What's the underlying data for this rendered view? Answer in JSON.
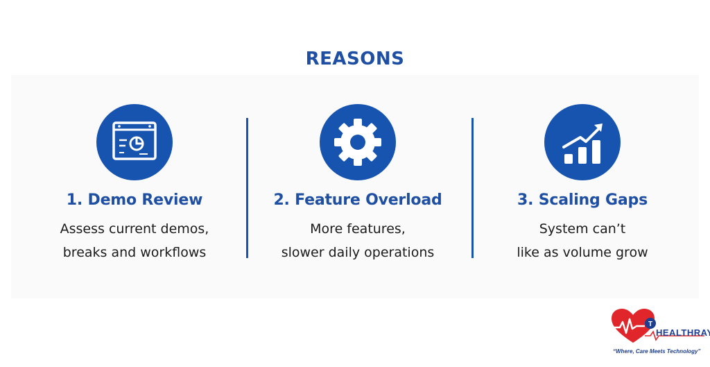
{
  "title": "REASONS",
  "columns": [
    {
      "icon": "presentation-chart-icon",
      "heading": "1. Demo Review",
      "lines": [
        "Assess current demos,",
        "breaks and workflows"
      ]
    },
    {
      "icon": "gear-icon",
      "heading": "2. Feature Overload",
      "lines": [
        "More features,",
        "slower daily operations"
      ]
    },
    {
      "icon": "growth-chart-icon",
      "heading": "3. Scaling Gaps",
      "lines": [
        "System can’t",
        "like as volume grow"
      ]
    }
  ],
  "logo": {
    "name": "HEALTHRAY",
    "tagline": "“Where, Care Meets Technology”"
  },
  "colors": {
    "accent": "#1754b0",
    "heading": "#1e4fa3",
    "logo_red": "#e0262b"
  }
}
